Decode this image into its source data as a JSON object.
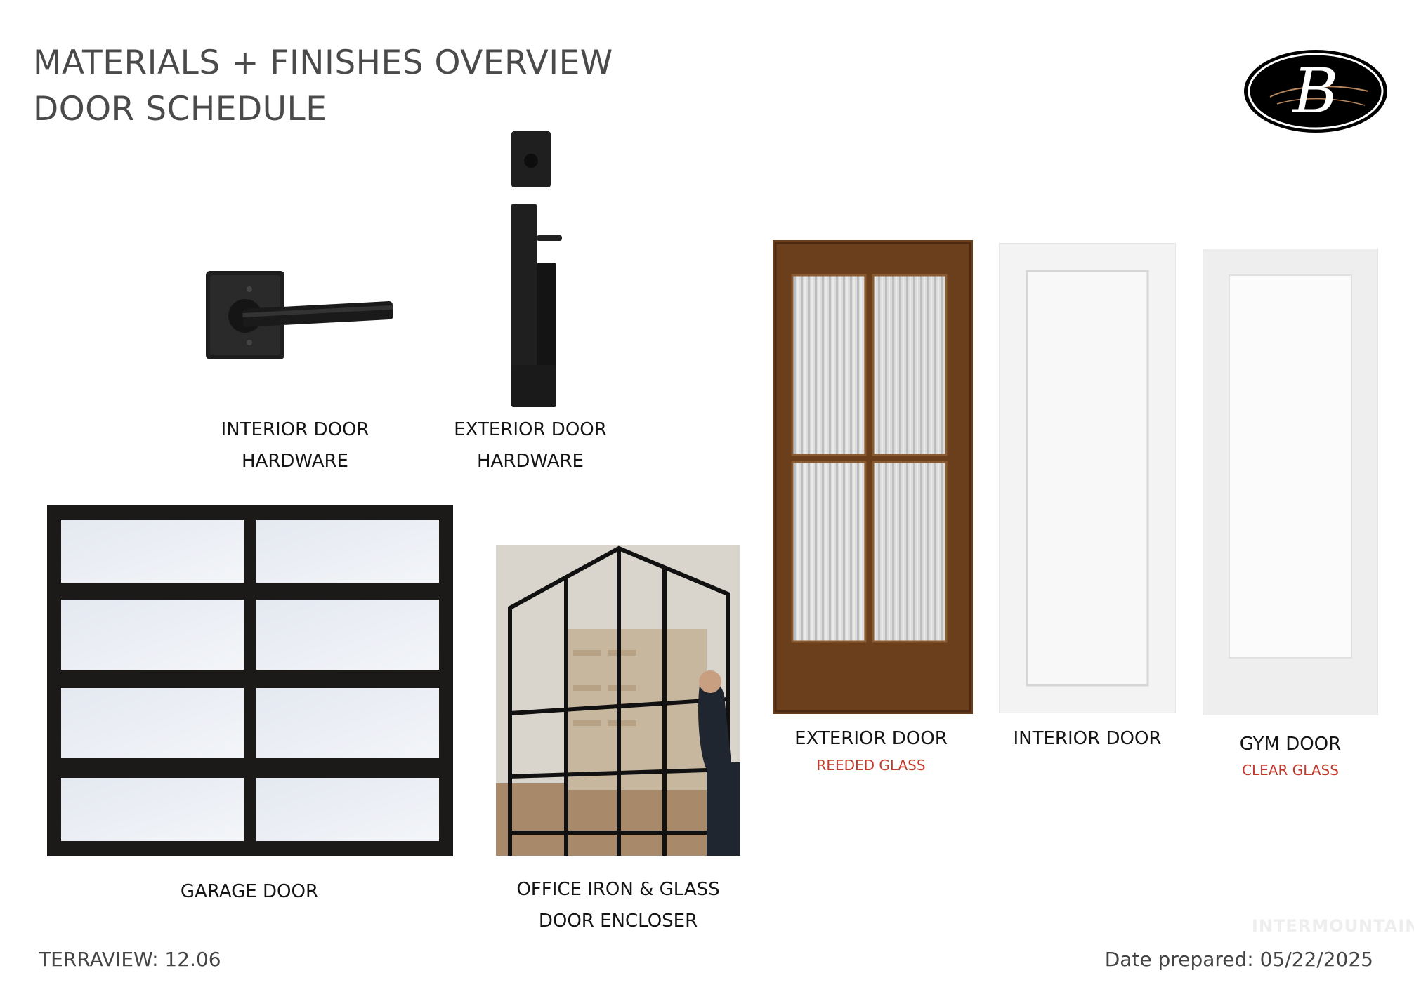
{
  "header": {
    "title_line1": "MATERIALS + FINISHES OVERVIEW",
    "title_line2": "DOOR SCHEDULE",
    "logo_letter": "B"
  },
  "items": {
    "interior_hardware": {
      "line1": "INTERIOR DOOR",
      "line2": "HARDWARE"
    },
    "exterior_hardware": {
      "line1": "EXTERIOR DOOR",
      "line2": "HARDWARE"
    },
    "exterior_door": {
      "label": "EXTERIOR DOOR",
      "sub": "REEDED GLASS"
    },
    "interior_door": {
      "label": "INTERIOR DOOR"
    },
    "gym_door": {
      "label": "GYM DOOR",
      "sub": "CLEAR GLASS"
    },
    "garage_door": {
      "label": "GARAGE DOOR"
    },
    "office_door": {
      "line1": "OFFICE IRON & GLASS",
      "line2": "DOOR ENCLOSER"
    }
  },
  "footer": {
    "terraview": "TERRAVIEW: 12.06",
    "date": "Date prepared: 05/22/2025",
    "watermark": "INTERMOUNTAIN"
  },
  "colors": {
    "accent_red": "#c0392b",
    "hardware_black": "#1c1c1c",
    "wood": "#6b3e1c"
  }
}
